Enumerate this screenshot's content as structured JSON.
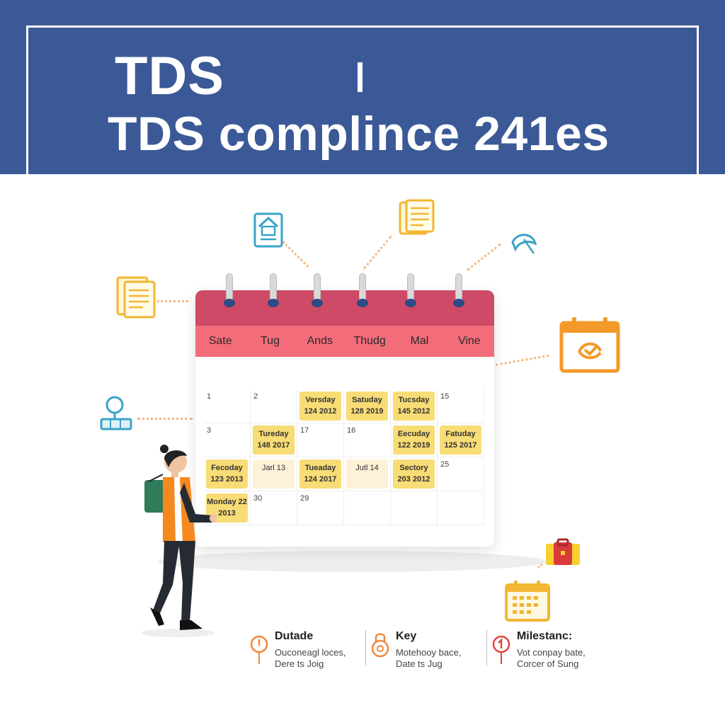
{
  "header": {
    "title_short": "TDS",
    "title_long": "TDS complince 241es"
  },
  "calendar": {
    "weekdays": [
      "Sate",
      "Tug",
      "Ands",
      "Thudg",
      "Mal",
      "Vine"
    ],
    "rows": [
      [
        {
          "type": "plain",
          "text": "1"
        },
        {
          "type": "plain",
          "text": "2"
        },
        {
          "type": "event",
          "text": "Versday 124 2012"
        },
        {
          "type": "event",
          "text": "Satuday 128 2019"
        },
        {
          "type": "event",
          "text": "Tucsday 145 2012"
        },
        {
          "type": "plain",
          "text": "15"
        }
      ],
      [
        {
          "type": "plain",
          "text": "3"
        },
        {
          "type": "event",
          "text": "Tureday 148 2017"
        },
        {
          "type": "plain",
          "text": "17"
        },
        {
          "type": "plain",
          "text": "16"
        },
        {
          "type": "event",
          "text": "Eecuday 122 2019"
        },
        {
          "type": "event",
          "text": "Fatuday 125 2017"
        }
      ],
      [
        {
          "type": "event",
          "text": "Fecoday 123 2013"
        },
        {
          "type": "soft",
          "text": "Jarl 13"
        },
        {
          "type": "event",
          "text": "Tueaday 124 2017"
        },
        {
          "type": "soft",
          "text": "Jutl 14"
        },
        {
          "type": "event",
          "text": "Sectory 203 2012"
        },
        {
          "type": "plain",
          "text": "25"
        }
      ],
      [
        {
          "type": "event",
          "text": "Monday 22 2013"
        },
        {
          "type": "plain",
          "text": "30"
        },
        {
          "type": "plain",
          "text": "29"
        },
        {
          "type": "plain",
          "text": ""
        },
        {
          "type": "plain",
          "text": ""
        },
        {
          "type": "plain",
          "text": ""
        }
      ]
    ]
  },
  "legend": [
    {
      "title": "Dutade",
      "line1": "Ouconeagl loces,",
      "line2": "Dere ts Joig"
    },
    {
      "title": "Key",
      "line1": "Motehooy bace,",
      "line2": "Date ts Jug"
    },
    {
      "title": "Milestanc:",
      "line1": "Vot conpay bate,",
      "line2": "Corcer of Sung"
    }
  ],
  "colors": {
    "banner": "#3b5997",
    "calendar_top": "#cf4a66",
    "calendar_days": "#f36c7a",
    "event_chip": "#f8dc75",
    "accent_orange": "#f39a2a",
    "accent_teal": "#3aa3c8"
  },
  "icons": {
    "doc_left": "document-icon",
    "doc_top": "document-icon",
    "house_doc": "house-document-icon",
    "leaf": "leaf-icon",
    "person_pin": "location-pin-icon",
    "calendar_right": "calendar-icon",
    "briefcase": "briefcase-icon",
    "calendar_small": "calendar-grid-icon"
  }
}
